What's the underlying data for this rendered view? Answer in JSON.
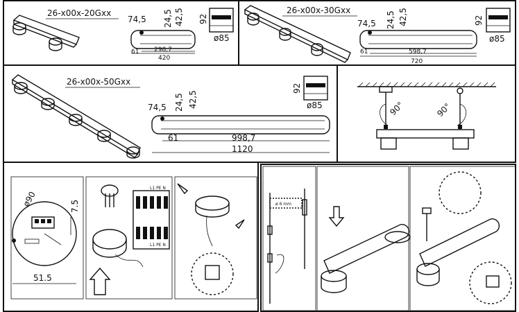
{
  "fixture_20": {
    "code": "26-x00x-20Gxx",
    "dim_74_5": "74,5",
    "dim_24_5": "24,5",
    "dim_42_5": "42,5",
    "dim_92": "92",
    "dim_61": "61",
    "dim_inner": "298,7",
    "dim_total": "420",
    "dim_dia": "ø85"
  },
  "fixture_30": {
    "code": "26-x00x-30Gxx",
    "dim_74_5": "74,5",
    "dim_24_5": "24,5",
    "dim_42_5": "42,5",
    "dim_92": "92",
    "dim_61": "61",
    "dim_inner": "598,7",
    "dim_total": "720",
    "dim_dia": "ø85"
  },
  "fixture_50": {
    "code": "26-x00x-50Gxx",
    "dim_74_5": "74,5",
    "dim_24_5": "24,5",
    "dim_42_5": "42,5",
    "dim_92": "92",
    "dim_61": "61",
    "dim_inner": "998,7",
    "dim_total": "1120",
    "dim_dia": "ø85"
  },
  "suspension": {
    "angle_left": "90°",
    "angle_right": "90°"
  },
  "canopy": {
    "dia": "ø90",
    "height": "7.5",
    "width": "51.5"
  },
  "wiring": {
    "terminal_top": "L1 PE N",
    "terminal_bottom": "L1 PE N"
  },
  "cable": {
    "diameter": "ø 6 mm"
  }
}
